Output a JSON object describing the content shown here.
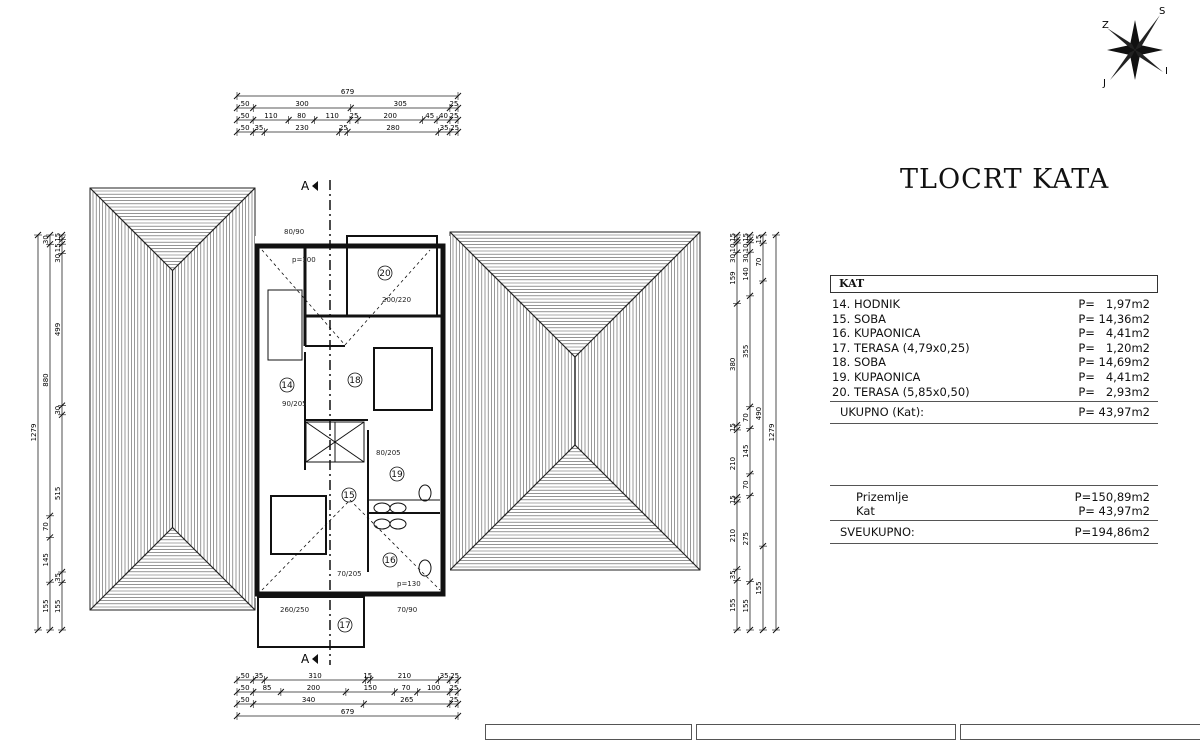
{
  "title": "TLOCRT KATA",
  "compass": {
    "letters": [
      "Z",
      "S",
      "I",
      "J"
    ]
  },
  "table": {
    "header": "KAT",
    "rooms": [
      {
        "name": "14. HODNIK",
        "area": "P=   1,97m2"
      },
      {
        "name": "15. SOBA",
        "area": "P= 14,36m2"
      },
      {
        "name": "16. KUPAONICA",
        "area": "P=   4,41m2"
      },
      {
        "name": "17. TERASA  (4,79x0,25)",
        "area": "P=   1,20m2"
      },
      {
        "name": "18. SOBA",
        "area": "P= 14,69m2"
      },
      {
        "name": "19. KUPAONICA",
        "area": "P=   4,41m2"
      },
      {
        "name": "20. TERASA  (5,85x0,50)",
        "area": "P=   2,93m2"
      }
    ],
    "total_label": "UKUPNO  (Kat):",
    "total_value": "P= 43,97m2",
    "summary": [
      {
        "name": "Prizemlje",
        "area": "P=150,89m2"
      },
      {
        "name": "Kat",
        "area": "P= 43,97m2"
      }
    ],
    "grand_label": "SVEUKUPNO:",
    "grand_value": "P=194,86m2"
  },
  "dimensions": {
    "top": [
      [
        "679"
      ],
      [
        "50",
        "300",
        "305",
        "25"
      ],
      [
        "50",
        "110",
        "80",
        "110",
        "25",
        "200",
        "45",
        "40",
        "25"
      ],
      [
        "50",
        "35",
        "230",
        "25",
        "280",
        "35",
        "25"
      ]
    ],
    "bottom": [
      [
        "50",
        "35",
        "310",
        "15",
        "210",
        "35",
        "25"
      ],
      [
        "50",
        "85",
        "200",
        "150",
        "70",
        "100",
        "25"
      ],
      [
        "50",
        "340",
        "265",
        "25"
      ],
      [
        "679"
      ]
    ],
    "left": [
      [
        "1279"
      ],
      [
        "30",
        "880",
        "70",
        "145",
        "155"
      ],
      [
        "15",
        "15",
        "30",
        "499",
        "30",
        "515",
        "35",
        "155"
      ]
    ],
    "right": [
      [
        "15",
        "10",
        "30",
        "159",
        "380",
        "15",
        "210",
        "15",
        "210",
        "35",
        "155"
      ],
      [
        "15",
        "10",
        "30",
        "140",
        "355",
        "70",
        "145",
        "70",
        "275",
        "155"
      ],
      [
        "15",
        "70",
        "490",
        "155"
      ],
      [
        "1279"
      ]
    ]
  },
  "rooms_markers": [
    "14",
    "18",
    "20",
    "19",
    "15",
    "16",
    "17"
  ],
  "section_marker": "A",
  "openings": [
    "p=100",
    "p=130",
    "90/205",
    "80/205",
    "70/205",
    "80/90",
    "70/90",
    "200/220",
    "260/250"
  ]
}
